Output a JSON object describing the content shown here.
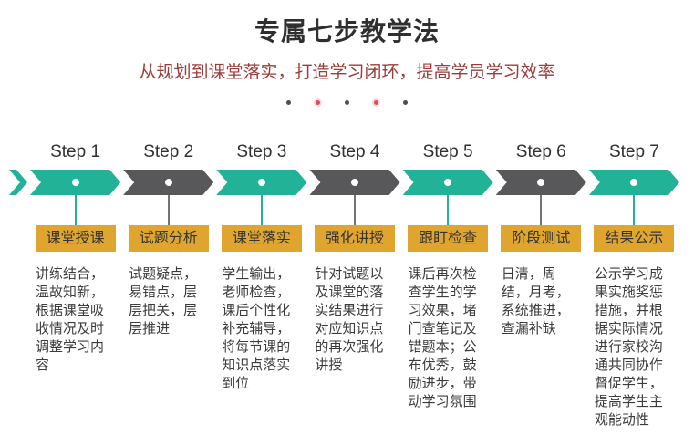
{
  "header": {
    "title": "专属七步教学法",
    "subtitle": "从规划到课堂落实，打造学习闭环，提高学员学习效率"
  },
  "pager_dots": [
    "dark",
    "red",
    "dark",
    "red",
    "dark"
  ],
  "colors": {
    "teal": "#21b298",
    "gray": "#58585a",
    "gold": "#dfa52f",
    "subtitle_red": "#9a3c38",
    "dot_red": "#d9505c",
    "dot_dark": "#4d4d4d",
    "connector_gray": "#737373"
  },
  "steps": [
    {
      "label": "Step 1",
      "theme": "teal",
      "tag": "课堂授课",
      "description": "讲练结合，温故知新，根据课堂吸收情况及时调整学习内容"
    },
    {
      "label": "Step 2",
      "theme": "gray",
      "tag": "试题分析",
      "description": "试题疑点，易错点，层层把关，层层推进"
    },
    {
      "label": "Step 3",
      "theme": "teal",
      "tag": "课堂落实",
      "description": "学生输出，老师检查，课后个性化补充辅导，将每节课的知识点落实到位"
    },
    {
      "label": "Step 4",
      "theme": "gray",
      "tag": "强化讲授",
      "description": "针对试题以及课堂的落实结果进行对应知识点的再次强化讲授"
    },
    {
      "label": "Step 5",
      "theme": "teal",
      "tag": "跟盯检查",
      "description": "课后再次检查学生的学习效果，堵门查笔记及错题本；公布优秀，鼓励进步，带动学习氛围"
    },
    {
      "label": "Step 6",
      "theme": "gray",
      "tag": "阶段测试",
      "description": "日清，周结，月考，系统推进，查漏补缺"
    },
    {
      "label": "Step 7",
      "theme": "teal",
      "tag": "结果公示",
      "description": "公示学习成果实施奖惩措施，并根据实际情况进行家校沟通共同协作督促学生，提高学生主观能动性"
    }
  ]
}
